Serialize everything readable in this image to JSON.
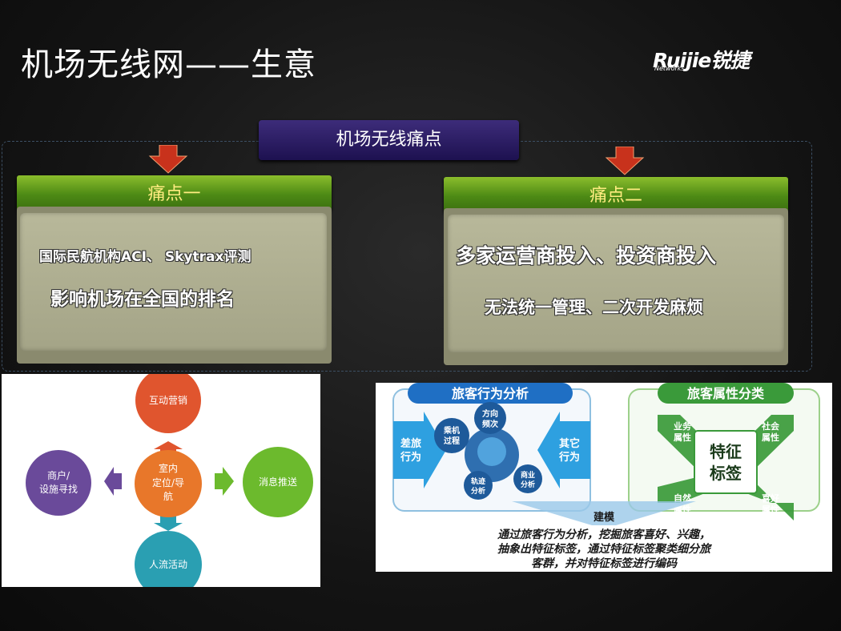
{
  "slide": {
    "title": "机场无线网——生意",
    "logo": {
      "brand": "Ruijie锐捷",
      "sub": "Networks"
    }
  },
  "pain_points": {
    "header": "机场无线痛点",
    "left": {
      "heading": "痛点一",
      "line1": "国际民航机构ACI、 Skytrax评测",
      "line2": "影响机场在全国的排名"
    },
    "right": {
      "heading": "痛点二",
      "line1": "多家运营商投入、投资商投入",
      "line2": "无法统一管理、二次开发麻烦"
    }
  },
  "diagram_left": {
    "center": [
      "室内",
      "定位/导",
      "航"
    ],
    "top": "互动营销",
    "left": [
      "商户/",
      "设施寻找"
    ],
    "right": "消息推送",
    "bottom": "人流活动"
  },
  "diagram_right": {
    "behavior_title": "旅客行为分析",
    "attribute_title": "旅客属性分类",
    "left_arrow": [
      "差旅",
      "行为"
    ],
    "right_arrow": [
      "其它",
      "行为"
    ],
    "bubbles": {
      "ride": [
        "乘机",
        "过程"
      ],
      "direction": [
        "方向",
        "频次"
      ],
      "track": [
        "轨迹",
        "分析"
      ],
      "business": [
        "商业",
        "分析"
      ]
    },
    "center_label": [
      "特征",
      "标签"
    ],
    "x_labels": {
      "top_left": [
        "业务",
        "属性"
      ],
      "top_right": [
        "社会",
        "属性"
      ],
      "bottom_left": [
        "自然",
        "属性"
      ],
      "bottom_right": [
        "喜好",
        "属性"
      ]
    },
    "modeling": "建模",
    "caption": [
      "通过旅客行为分析，挖掘旅客喜好、兴趣，",
      "抽象出特征标签，通过特征标签聚类细分旅",
      "客群，并对特征标签进行编码"
    ]
  },
  "colors": {
    "purple_head": "#2b1b63",
    "green_head": "#5a9a1c",
    "panel": "#aeae90",
    "arrow_red": "#c8321c",
    "orange_circle": "#e8772a",
    "red_circle": "#e0552e",
    "green_circle": "#6cba2d",
    "teal_circle": "#2a9fb2",
    "purple_circle": "#6a4a9a",
    "blue_title": "#1f6fc4",
    "x_green": "#3a9a3a"
  },
  "icons": [
    "down-arrow-icon"
  ]
}
